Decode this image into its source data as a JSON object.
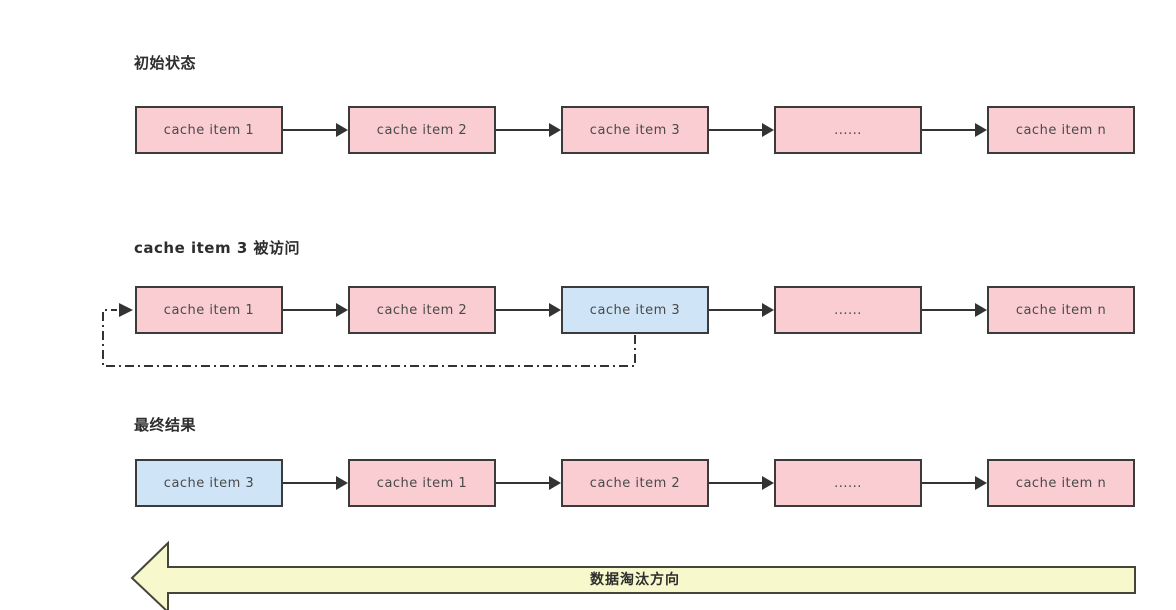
{
  "diagram": {
    "sections": [
      {
        "title": "初始状态",
        "nodes": [
          {
            "label": "cache item 1",
            "highlight": false
          },
          {
            "label": "cache item 2",
            "highlight": false
          },
          {
            "label": "cache item 3",
            "highlight": false
          },
          {
            "label": "......",
            "highlight": false
          },
          {
            "label": "cache item n",
            "highlight": false
          }
        ]
      },
      {
        "title": "cache item 3 被访问",
        "nodes": [
          {
            "label": "cache item 1",
            "highlight": false
          },
          {
            "label": "cache item 2",
            "highlight": false
          },
          {
            "label": "cache item 3",
            "highlight": true
          },
          {
            "label": "......",
            "highlight": false
          },
          {
            "label": "cache item n",
            "highlight": false
          }
        ],
        "move_to_head_path": "dash-dot line from bottom of cache item 3 looping left and pointing into cache item 1"
      },
      {
        "title": "最终结果",
        "nodes": [
          {
            "label": "cache item 3",
            "highlight": true
          },
          {
            "label": "cache item 1",
            "highlight": false
          },
          {
            "label": "cache item 2",
            "highlight": false
          },
          {
            "label": "......",
            "highlight": false
          },
          {
            "label": "cache item n",
            "highlight": false
          }
        ]
      }
    ],
    "eviction": {
      "label": "数据淘汰方向",
      "direction": "left"
    },
    "colors": {
      "node_fill": "#f9cdd1",
      "node_highlight_fill": "#cfe5f7",
      "node_border": "#3b3b3b",
      "arrow": "#333333",
      "eviction_fill": "#f8f8cd",
      "eviction_border": "#45453c",
      "title_text": "#2d2d2d",
      "node_text": "#4a4a4a",
      "background": "#ffffff"
    }
  }
}
